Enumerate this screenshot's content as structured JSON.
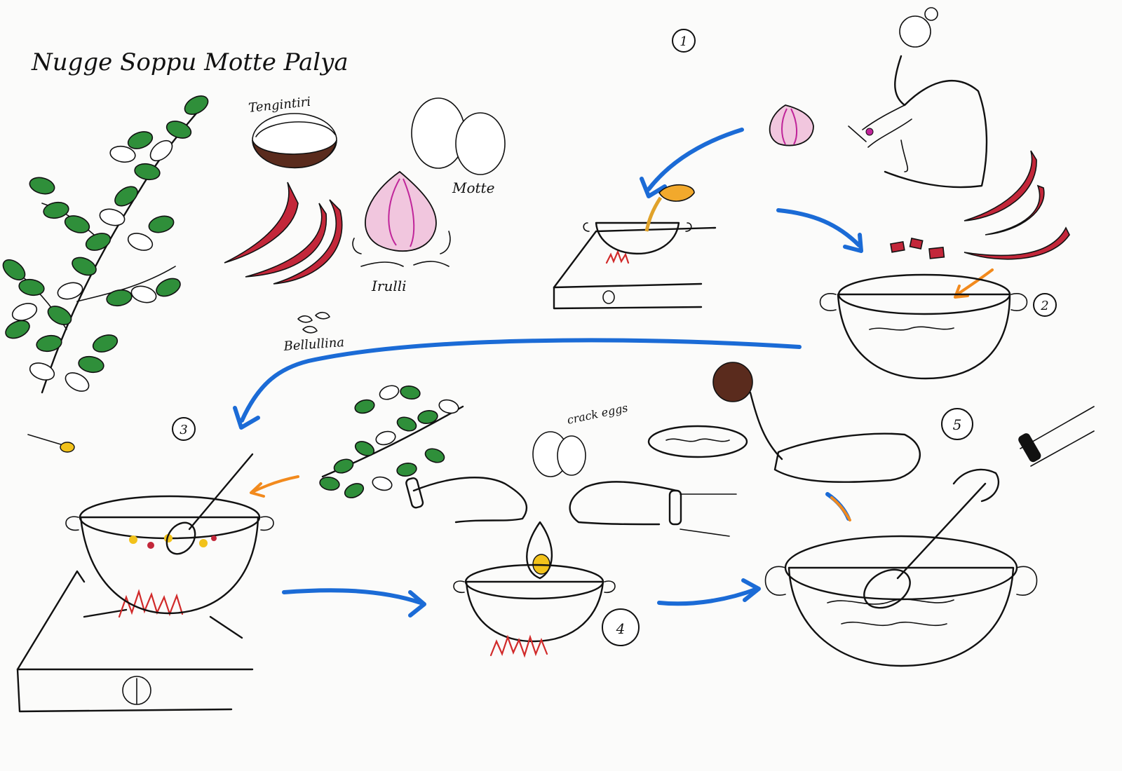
{
  "title": "Nugge Soppu Motte Palya",
  "ingredients": {
    "coconut": "Tengintiri",
    "eggs": "Motte",
    "onion": "Irulli",
    "garlic": "Bellullina"
  },
  "steps": [
    "1",
    "2",
    "3",
    "4",
    "5"
  ],
  "annotations": {
    "crack_eggs": "crack eggs"
  },
  "colors": {
    "arrow_primary": "#1b6bd6",
    "arrow_secondary": "#f28a1d",
    "leaf_green": "#2f8f3a",
    "chilli_red": "#c3273a",
    "onion_pink": "#c0259a"
  },
  "icons": [
    "drumstick-leaves-icon",
    "coconut-icon",
    "red-chilli-icon",
    "onion-icon",
    "eggs-icon",
    "garlic-icon",
    "stove-icon",
    "kadai-icon",
    "ladle-icon",
    "spoon-icon",
    "woman-cooking-icon"
  ]
}
